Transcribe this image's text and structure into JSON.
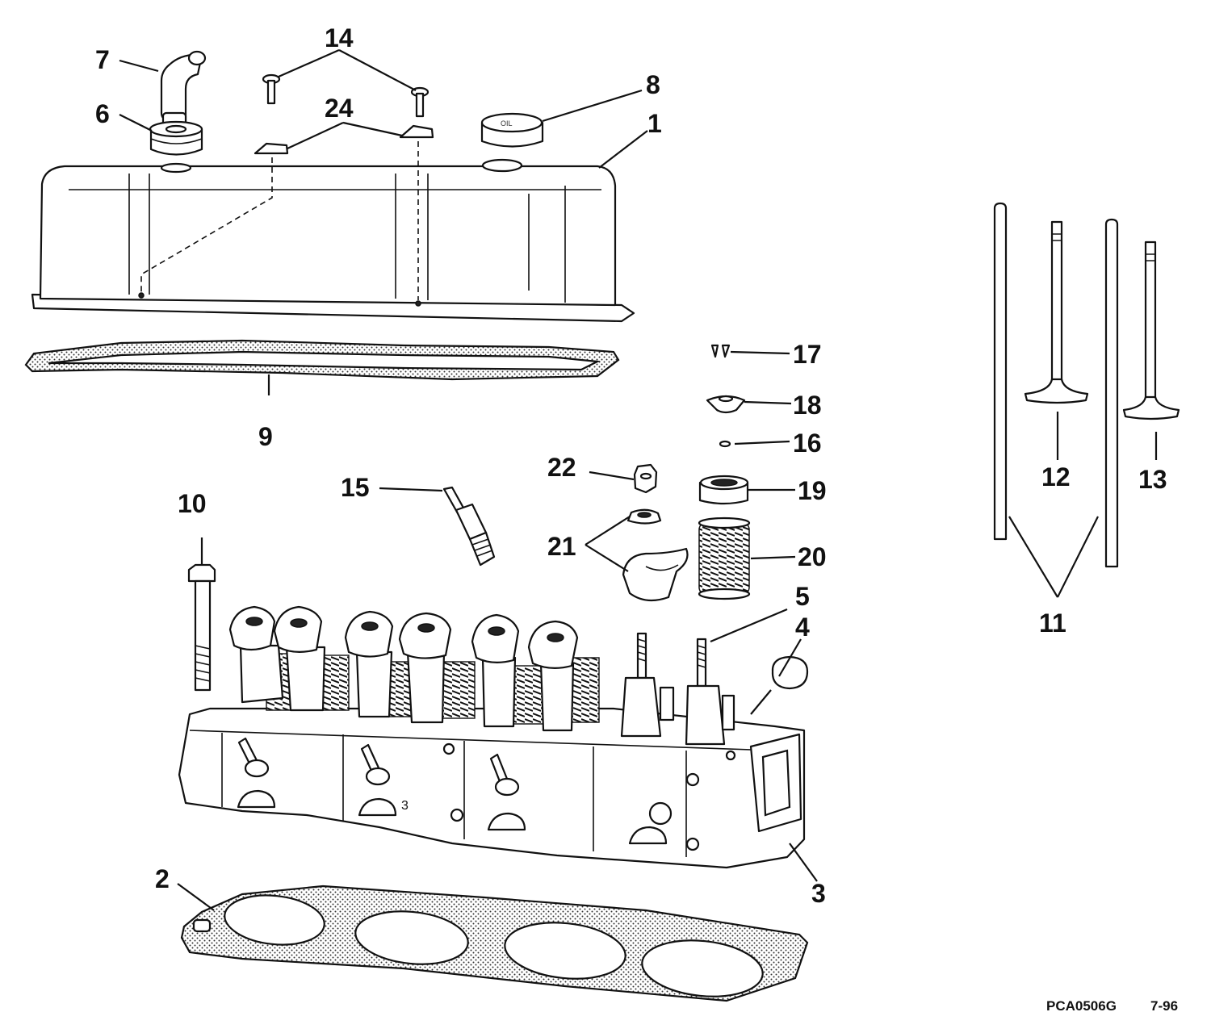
{
  "callouts": {
    "c1": "1",
    "c2": "2",
    "c3": "3",
    "c4": "4",
    "c5": "5",
    "c6": "6",
    "c7": "7",
    "c8": "8",
    "c9": "9",
    "c10": "10",
    "c11": "11",
    "c12": "12",
    "c13": "13",
    "c14": "14",
    "c15": "15",
    "c16": "16",
    "c17": "17",
    "c18": "18",
    "c19": "19",
    "c20": "20",
    "c21": "21",
    "c22": "22",
    "c24": "24"
  },
  "part_labels": {
    "oil_cap_text": "OIL"
  },
  "footer": {
    "code": "PCA0506G",
    "date": "7-96"
  },
  "colors": {
    "ink": "#111111",
    "paper": "#ffffff"
  }
}
